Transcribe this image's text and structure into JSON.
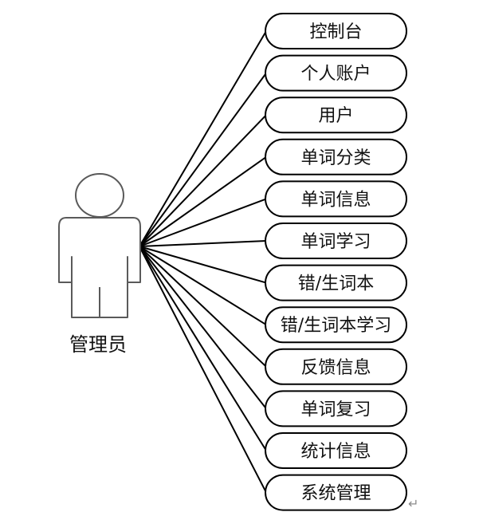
{
  "actor": {
    "label": "管理员"
  },
  "use_cases": [
    "控制台",
    "个人账户",
    "用户",
    "单词分类",
    "单词信息",
    "单词学习",
    "错/生词本",
    "错/生词本学习",
    "反馈信息",
    "单词复习",
    "统计信息",
    "系统管理"
  ],
  "paragraph_mark": "↵",
  "colors": {
    "line": "#000000",
    "ellipse_border": "#000000",
    "ellipse_fill": "#ffffff",
    "actor_stroke": "#5a5a5a"
  }
}
